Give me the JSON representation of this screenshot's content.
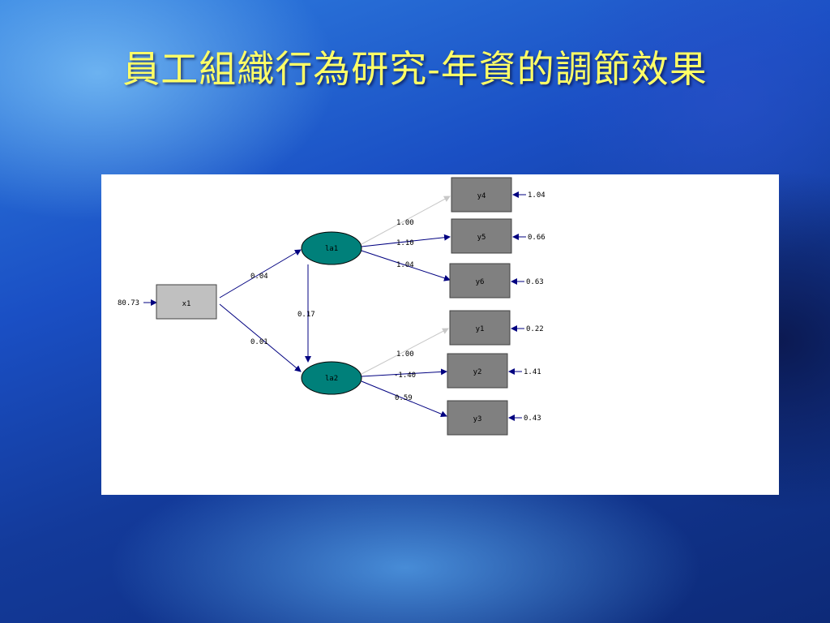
{
  "slide": {
    "title": "員工組織行為研究-年資的調節效果"
  },
  "diagram": {
    "nodes": {
      "x1": "x1",
      "la1": "la1",
      "la2": "la2",
      "y1": "y1",
      "y2": "y2",
      "y3": "y3",
      "y4": "y4",
      "y5": "y5",
      "y6": "y6"
    },
    "x1_error": "80.73",
    "paths": {
      "x1_la1": "0.04",
      "x1_la2": "0.01",
      "la1_la2": "0.17",
      "la1_y4": "1.00",
      "la1_y5": "1.10",
      "la1_y6": "1.04",
      "la2_y1": "1.00",
      "la2_y2": "-1.40",
      "la2_y3": "0.59"
    },
    "errors": {
      "y4": "1.04",
      "y5": "0.66",
      "y6": "0.63",
      "y1": "0.22",
      "y2": "1.41",
      "y3": "0.43"
    },
    "colors": {
      "observed_x": "#c0c0c0",
      "observed_y": "#808080",
      "latent": "#00807a",
      "arrow": "#000080",
      "fixed_arrow": "#c8c8c8"
    }
  }
}
